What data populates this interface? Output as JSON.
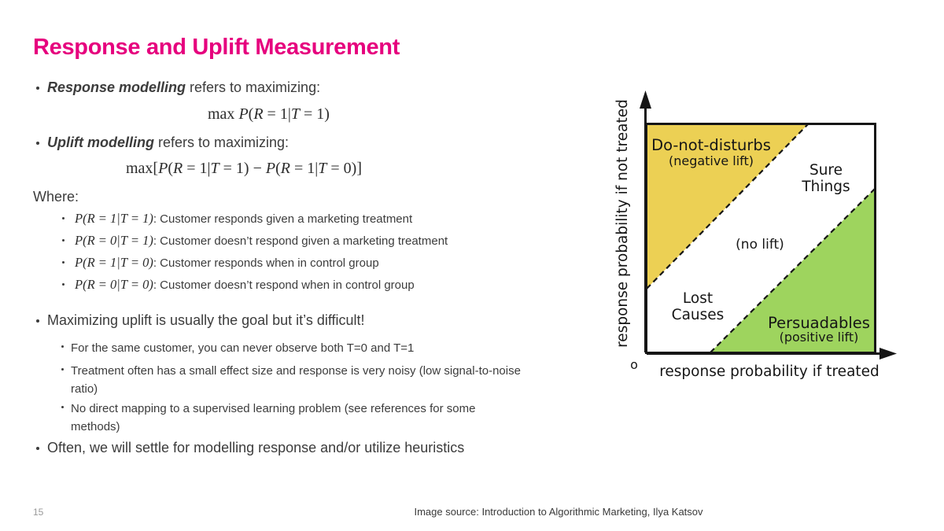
{
  "title": "Response and Uplift Measurement",
  "slide_number": "15",
  "footer_source": "Image source: Introduction to Algorithmic Marketing, Ilya Katsov",
  "colors": {
    "title_accent": "#e6007e",
    "region_negative_lift": "#ecd054",
    "region_positive_lift": "#9ed45e"
  },
  "bullets": {
    "b1_lead": "Response modelling",
    "b1_rest": " refers to maximizing:",
    "b2_lead": "Uplift modelling",
    "b2_rest": " refers to maximizing:",
    "where_label": "Where:",
    "b3": "Maximizing uplift is usually the goal but it’s difficult!",
    "b3_sub1": "For the same customer, you can never observe both T=0 and T=1",
    "b3_sub2": "Treatment often has a small effect size and response is very noisy (low signal-to-noise ratio)",
    "b3_sub3": "No direct mapping to a supervised learning problem (see references for some methods)",
    "b4": "Often, we will settle for modelling response and/or utilize heuristics"
  },
  "formula1": {
    "f1": "max ",
    "f2": "P",
    "f3": "(",
    "f4": "R",
    "f5": " = 1|",
    "f6": "T",
    "f7": " = 1)"
  },
  "formula2": {
    "f1": "max[",
    "f2": "P",
    "f3": "(",
    "f4": "R",
    "f5": " = 1|",
    "f6": "T",
    "f7": " = 1) − ",
    "f8": "P",
    "f9": "(",
    "f10": "R",
    "f11": " = 1|",
    "f12": "T",
    "f13": " = 0)]"
  },
  "where_items": [
    {
      "math": "P(R = 1|T = 1)",
      "desc": ": Customer responds given a marketing treatment"
    },
    {
      "math": "P(R = 0|T = 1)",
      "desc": ": Customer doesn’t respond given a marketing treatment"
    },
    {
      "math": "P(R = 1|T = 0)",
      "desc": ": Customer responds when in control group"
    },
    {
      "math": "P(R = 0|T = 0)",
      "desc": ": Customer doesn’t respond when in control group"
    }
  ],
  "diagram": {
    "y_label": "response probability if not treated",
    "x_label": "response probability if treated",
    "origin": "o",
    "dnd": {
      "label": "Do-not-disturbs",
      "sub": "(negative lift)",
      "color": "#ecd054"
    },
    "sure": {
      "line1": "Sure",
      "line2": "Things"
    },
    "no_lift": "(no lift)",
    "lost": {
      "line1": "Lost",
      "line2": "Causes"
    },
    "pers": {
      "label": "Persuadables",
      "sub": "(positive lift)",
      "color": "#9ed45e"
    }
  }
}
